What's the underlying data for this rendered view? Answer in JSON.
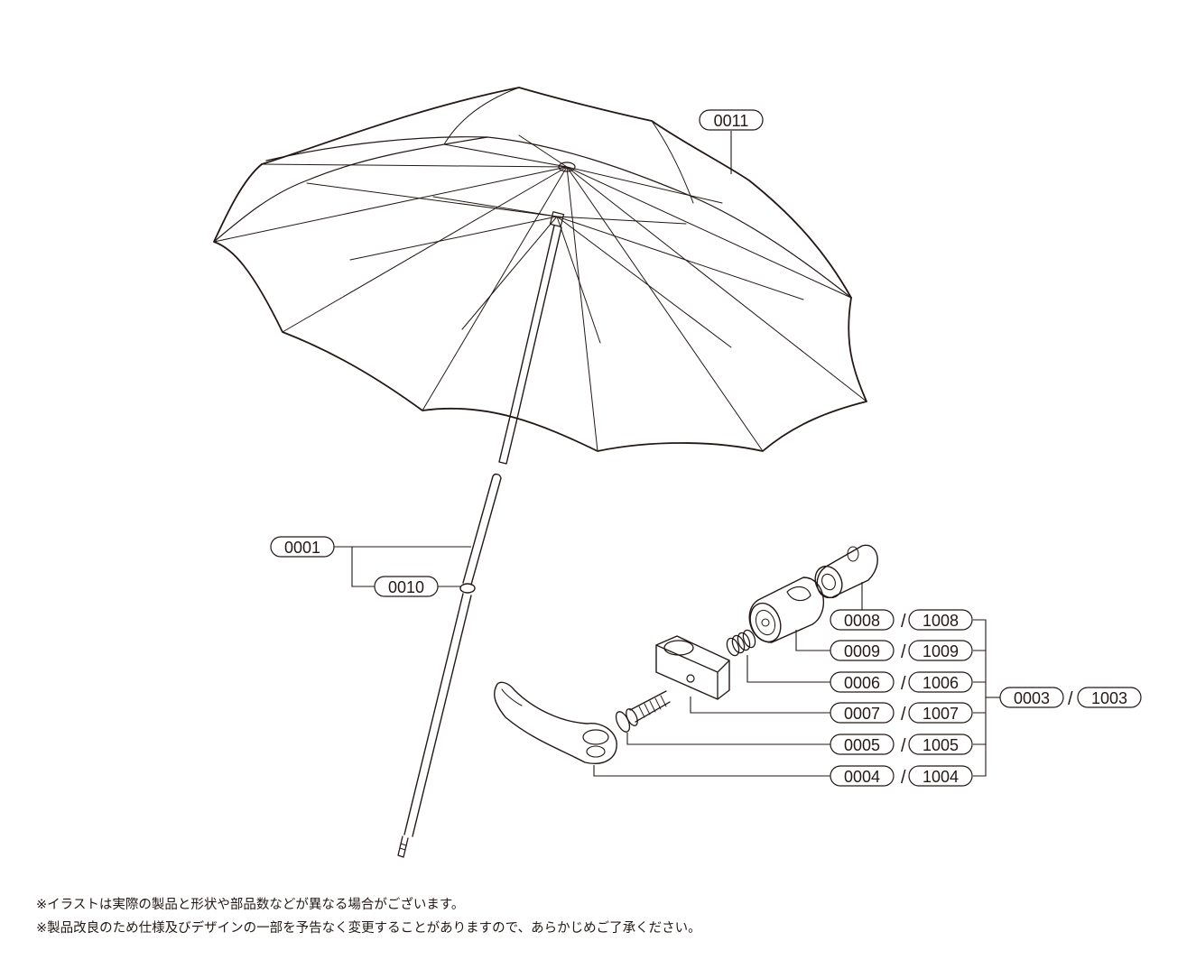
{
  "labels": {
    "canopy": "0011",
    "shaft": "0001",
    "joint": "0010",
    "p0008": "0008",
    "p1008": "1008",
    "p0009": "0009",
    "p1009": "1009",
    "p0006": "0006",
    "p1006": "1006",
    "p0007": "0007",
    "p1007": "1007",
    "p0005": "0005",
    "p1005": "1005",
    "p0004": "0004",
    "p1004": "1004",
    "p0003": "0003",
    "p1003": "1003"
  },
  "separator": "/",
  "notes": [
    "※イラストは実際の製品と形状や部品数などが異なる場合がございます。",
    "※製品改良のため仕様及びデザインの一部を予告なく変更することがありますので、あらかじめご了承ください。"
  ],
  "colors": {
    "line": "#231815",
    "background": "#ffffff"
  }
}
